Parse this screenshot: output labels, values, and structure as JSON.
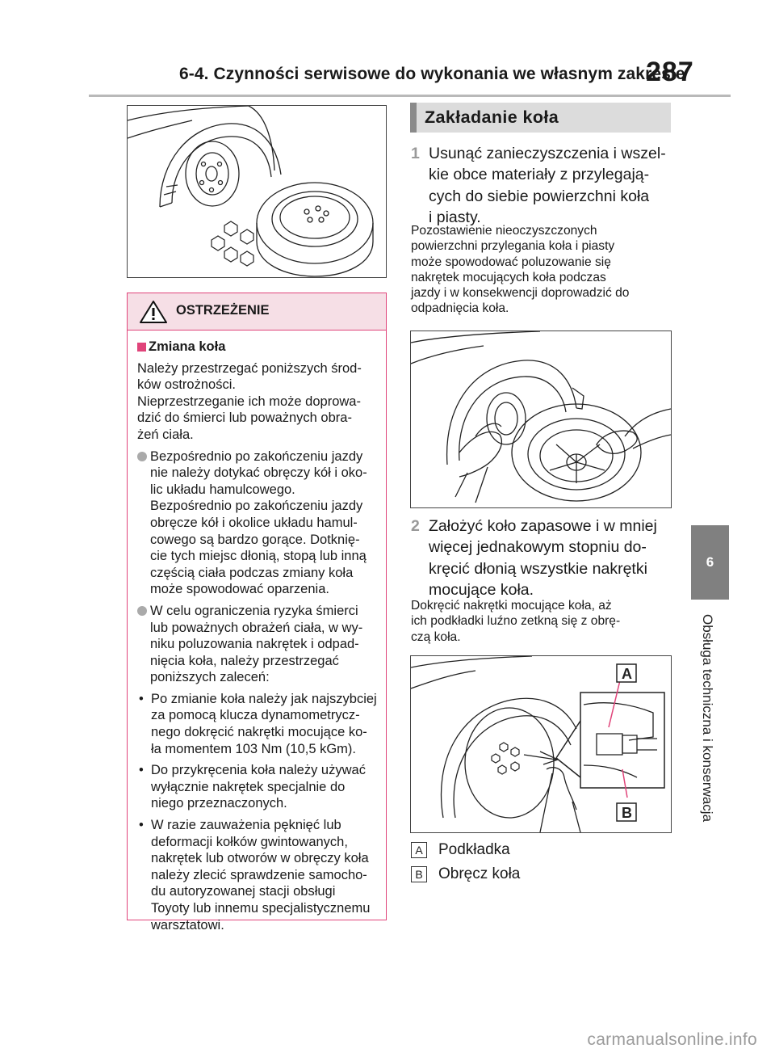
{
  "header": {
    "title": "6-4. Czynności serwisowe do wykonania we własnym zakresie",
    "page": "287"
  },
  "side_tab": {
    "number": "6",
    "text": "Obsługa techniczna i konserwacja"
  },
  "warning": {
    "title": "OSTRZEŻENIE",
    "section": "Zmiana koła",
    "intro": "Należy przestrzegać poniższych środ-\nków ostrożności.\nNieprzestrzeganie ich może doprowa-\ndzić do śmierci lub poważnych obra-\nżeń ciała.",
    "bullets": [
      "Bezpośrednio po zakończeniu jazdy\nnie należy dotykać obręczy kół i oko-\nlic układu hamulcowego.\nBezpośrednio po zakończeniu jazdy\nobręcze kół i okolice układu hamul-\ncowego są bardzo gorące. Dotknię-\ncie tych miejsc dłonią, stopą lub inną\nczęścią ciała podczas zmiany koła\nmoże spowodować oparzenia.",
      "W celu ograniczenia ryzyka śmierci\nlub poważnych obrażeń ciała, w wy-\nniku poluzowania nakrętek i odpad-\nnięcia koła, należy przestrzegać\nponiższych zaleceń:"
    ],
    "dashes": [
      "Po zmianie koła należy jak najszybciej\nza pomocą klucza dynamometrycz-\nnego dokręcić nakrętki mocujące ko-\nła momentem 103 Nm (10,5 kGm).",
      "Do przykręcenia koła należy używać\nwyłącznie nakrętek specjalnie do\nniego przeznaczonych.",
      "W razie zauważenia pęknięć lub\ndeformacji kołków gwintowanych,\nnakrętek lub otworów w obręczy koła\nnależy zlecić sprawdzenie samocho-\ndu autoryzowanej stacji obsługi\nToyoty lub innemu specjalistycznemu\nwarsztatowi."
    ],
    "dash_char": "•"
  },
  "section": {
    "title": "Zakładanie koła"
  },
  "steps": [
    {
      "num": "1",
      "text": "Usunąć zanieczyszczenia i wszel-\nkie obce materiały z przylegają-\ncych do siebie powierzchni koła\ni piasty.",
      "note": "Pozostawienie nieoczyszczonych\npowierzchni przylegania koła i piasty\nmoże spowodować poluzowanie się\nnakrętek mocujących koła podczas\njazdy i w konsekwencji doprowadzić do\nodpadnięcia koła."
    },
    {
      "num": "2",
      "text": "Założyć koło zapasowe i w mniej\nwięcej jednakowym stopniu do-\nkręcić dłonią wszystkie nakrętki\nmocujące koła.",
      "note": "Dokręcić nakrętki mocujące koła, aż\nich podkładki luźno zetkną się z obrę-\nczą koła."
    }
  ],
  "callouts": [
    {
      "letter": "A",
      "text": "Podkładka"
    },
    {
      "letter": "B",
      "text": "Obręcz koła"
    }
  ],
  "watermark": "carmanualsonline.info",
  "colors": {
    "warning_accent": "#e0447a",
    "warning_header_bg": "#f6dfe6",
    "section_bar": "#dcdcdc",
    "side_tab": "#808080"
  }
}
